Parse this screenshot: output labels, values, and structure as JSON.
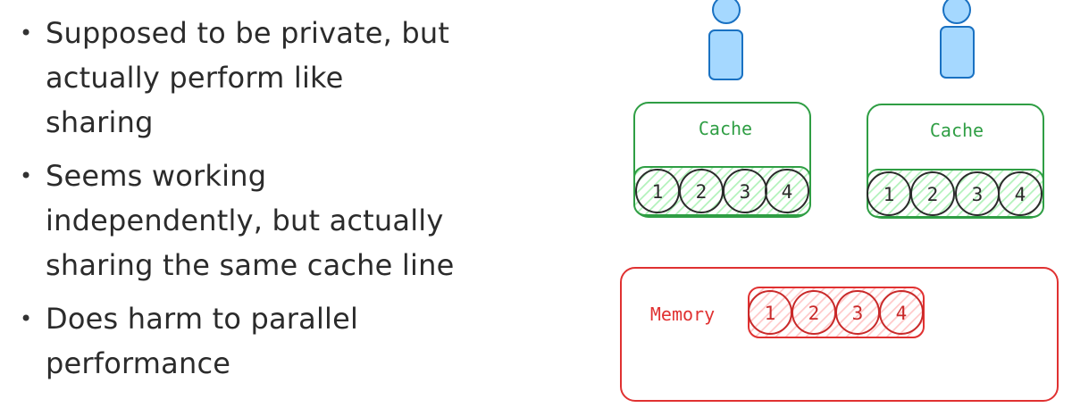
{
  "bullets": [
    {
      "id": "private",
      "lines": [
        "Supposed to be private, but",
        "actually perform like",
        "sharing"
      ]
    },
    {
      "id": "independent",
      "lines": [
        "Seems working",
        "independently, but actually",
        "sharing the same cache line"
      ]
    },
    {
      "id": "harm",
      "lines": [
        "Does harm to parallel",
        "performance"
      ]
    }
  ],
  "bullet_glyph": "•",
  "diagram": {
    "cores": [
      {
        "id": "left",
        "cache_label": "Cache",
        "slots": [
          "1",
          "2",
          "3",
          "4"
        ]
      },
      {
        "id": "right",
        "cache_label": "Cache",
        "slots": [
          "1",
          "2",
          "3",
          "4"
        ]
      }
    ],
    "memory": {
      "label": "Memory",
      "slots": [
        "1",
        "2",
        "3",
        "4"
      ]
    },
    "colors": {
      "person_fill": "#a5d8ff",
      "person_stroke": "#1971c2",
      "cache_stroke": "#2f9e44",
      "cache_fill": "#b2f2bb",
      "memory_stroke": "#e03131",
      "memory_fill": "#ffc9c9",
      "text": "#2b2b2b"
    }
  }
}
